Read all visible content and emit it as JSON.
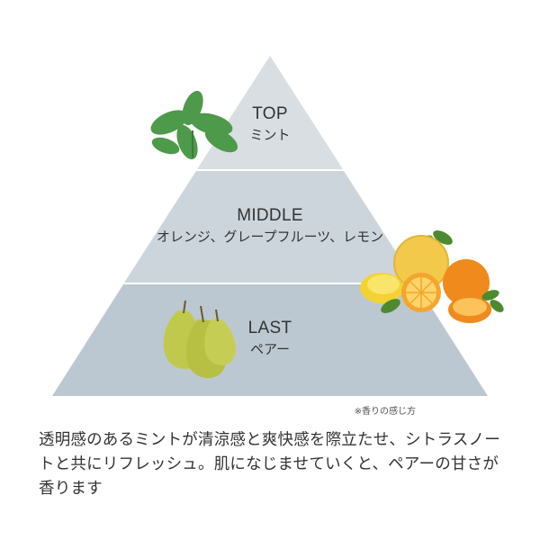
{
  "pyramid": {
    "top": {
      "title": "TOP",
      "subtitle": "ミント",
      "fill": "#d9dee3",
      "ingredient_icon": "mint-leaves"
    },
    "middle": {
      "title": "MIDDLE",
      "subtitle": "オレンジ、グレープフルーツ、レモン",
      "fill": "#cdd5dc",
      "ingredient_icon": "citrus-fruits"
    },
    "last": {
      "title": "LAST",
      "subtitle": "ペアー",
      "fill": "#bcc8d1",
      "ingredient_icon": "pears"
    }
  },
  "note": "※香りの感じ方",
  "description": "透明感のあるミントが清涼感と爽快感を際立たせ、シトラスノートと共にリフレッシュ。肌になじませていくと、ペアーの甘さが香ります",
  "colors": {
    "mint": "#4d9a4a",
    "orange": "#f08a1c",
    "lemon": "#f3d234",
    "pear": "#bcc64a"
  }
}
